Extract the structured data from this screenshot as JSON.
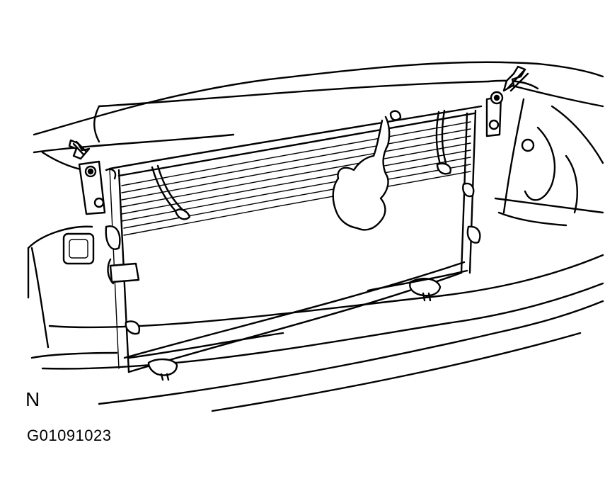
{
  "figure": {
    "view_letter": "N",
    "figure_id": "G01091023",
    "colors": {
      "line": "#000000",
      "background": "#ffffff"
    },
    "callouts": [
      {
        "icon": "arrow-icon",
        "points_to": "left-upper-bracket-bolt"
      },
      {
        "icon": "arrow-icon",
        "points_to": "right-upper-bracket-bolt"
      }
    ]
  }
}
